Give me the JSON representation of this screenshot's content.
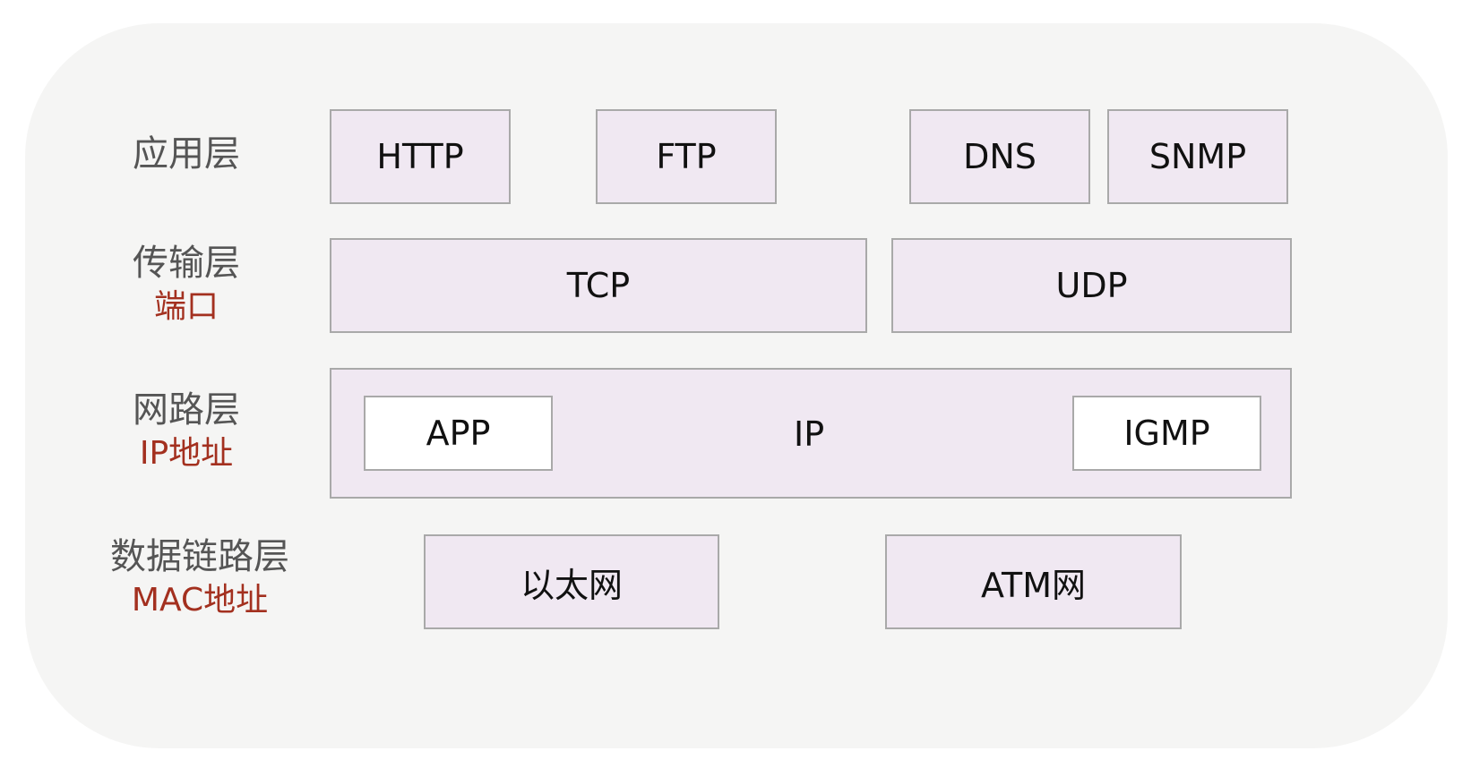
{
  "layers": {
    "application": {
      "name": "应用层",
      "protocols": [
        "HTTP",
        "FTP",
        "DNS",
        "SNMP"
      ]
    },
    "transport": {
      "name": "传输层",
      "sub": "端口",
      "protocols": [
        "TCP",
        "UDP"
      ]
    },
    "network": {
      "name": "网路层",
      "sub": "IP地址",
      "main": "IP",
      "inner": [
        "APP",
        "IGMP"
      ]
    },
    "datalink": {
      "name": "数据链路层",
      "sub": "MAC地址",
      "protocols": [
        "以太网",
        "ATM网"
      ]
    }
  },
  "colors": {
    "panel": "#f5f5f4",
    "box_fill": "#f0e8f2",
    "box_border": "#a9a9a9",
    "inner_fill": "#ffffff",
    "label": "#555555",
    "sub_label": "#a3301f"
  }
}
